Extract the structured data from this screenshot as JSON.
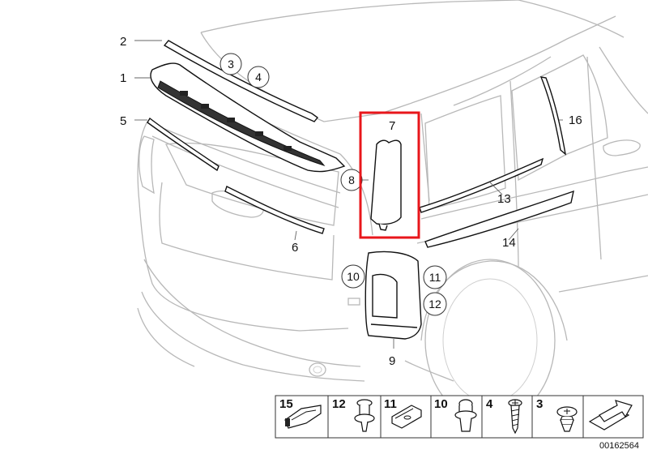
{
  "diagram": {
    "highlight_color": "#e8161b",
    "callouts": {
      "c1": "1",
      "c2": "2",
      "c3": "3",
      "c4": "4",
      "c5": "5",
      "c6": "6",
      "c7": "7",
      "c8": "8",
      "c9": "9",
      "c10": "10",
      "c11": "11",
      "c12": "12",
      "c13": "13",
      "c14": "14",
      "c16": "16"
    },
    "parts_strip": [
      {
        "number": "15",
        "icon": "clip-bracket-icon"
      },
      {
        "number": "12",
        "icon": "push-rivet-icon"
      },
      {
        "number": "11",
        "icon": "spring-nut-icon"
      },
      {
        "number": "10",
        "icon": "expanding-nut-icon"
      },
      {
        "number": "4",
        "icon": "screw-icon"
      },
      {
        "number": "3",
        "icon": "fir-tree-clip-icon"
      },
      {
        "number": "",
        "icon": "arrow-icon"
      }
    ],
    "diagram_code": "00162564"
  }
}
